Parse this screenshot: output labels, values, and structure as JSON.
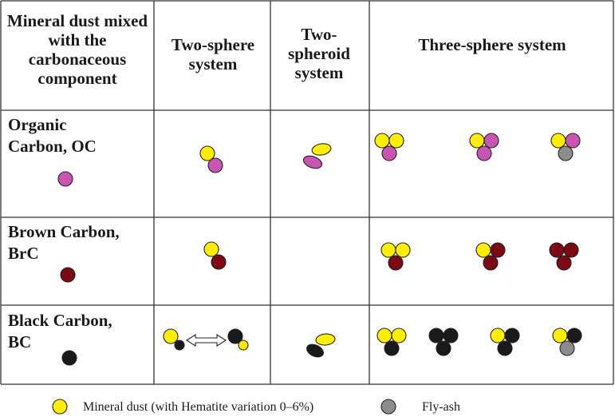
{
  "headers": {
    "col1": "Mineral dust mixed with the carbonaceous component",
    "col2": "Two-sphere system",
    "col3": "Two-spheroid system",
    "col4": "Three-sphere system"
  },
  "rows": [
    {
      "label_line1": "Organic",
      "label_line2": "Carbon, OC",
      "component": "oc"
    },
    {
      "label_line1": "Brown Carbon,",
      "label_line2": "BrC",
      "component": "brc"
    },
    {
      "label_line1": "Black Carbon,",
      "label_line2": "BC",
      "component": "bc"
    }
  ],
  "legend": {
    "mineral_dust": "Mineral dust (with Hematite variation 0–6%)",
    "fly_ash": "Fly-ash"
  },
  "colors": {
    "mineral_dust": "#ffee00",
    "oc": "#c855b4",
    "brc": "#7b0a14",
    "bc": "#1a1a1a",
    "fly_ash": "#8c8c8e",
    "line": "#333333"
  }
}
